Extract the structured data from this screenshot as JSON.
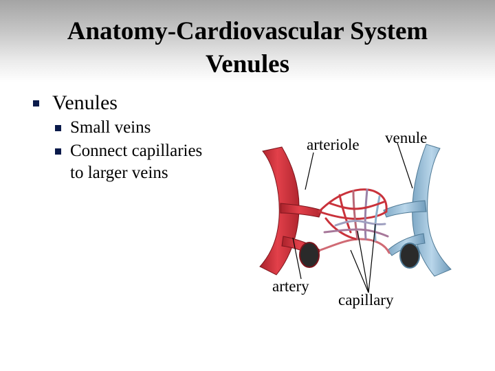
{
  "slide": {
    "title_line1": "Anatomy-Cardiovascular System",
    "title_line2": "Venules",
    "bullet": "Venules",
    "sub_bullets": [
      "Small veins",
      "Connect capillaries",
      "to larger veins"
    ]
  },
  "diagram": {
    "labels": {
      "arteriole": "arteriole",
      "venule": "venule",
      "artery": "artery",
      "capillary": "capillary"
    }
  },
  "colors": {
    "artery": "#d9313a",
    "vein": "#9cc2dc",
    "bullet": "#0a1a4a"
  }
}
